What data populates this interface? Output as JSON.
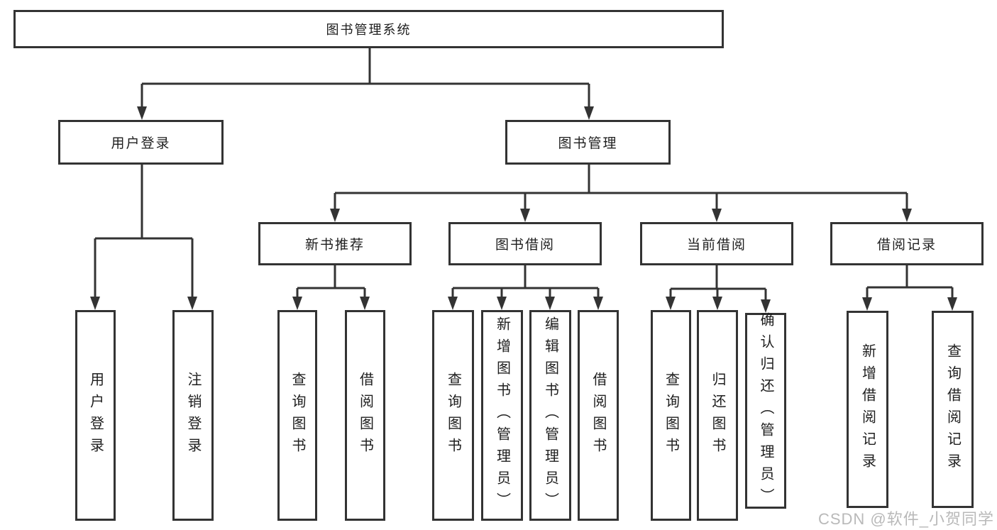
{
  "diagram": {
    "title_node": {
      "label": "图书管理系统"
    },
    "level2": [
      {
        "id": "user-login",
        "label": "用户登录"
      },
      {
        "id": "book-management",
        "label": "图书管理"
      }
    ],
    "level3": [
      {
        "id": "new-book-recommend",
        "label": "新书推荐"
      },
      {
        "id": "book-borrow",
        "label": "图书借阅"
      },
      {
        "id": "current-borrow",
        "label": "当前借阅"
      },
      {
        "id": "borrow-records",
        "label": "借阅记录"
      }
    ],
    "leaves": {
      "user_login": [
        {
          "label": "用户登录"
        },
        {
          "label": "注销登录"
        }
      ],
      "new_book": [
        {
          "label": "查询图书"
        },
        {
          "label": "借阅图书"
        }
      ],
      "book_borrow": [
        {
          "label": "查询图书"
        },
        {
          "label": "新增图书（管理员）"
        },
        {
          "label": "编辑图书（管理员）"
        },
        {
          "label": "借阅图书"
        }
      ],
      "current_borrow": [
        {
          "label": "查询图书"
        },
        {
          "label": "归还图书"
        },
        {
          "label": "确认归还（管理员）"
        }
      ],
      "borrow_records": [
        {
          "label": "新增借阅记录"
        },
        {
          "label": "查询借阅记录"
        }
      ]
    },
    "colors": {
      "line": "#333333",
      "text": "#1e1e1e",
      "watermark": "#b9b9b9",
      "background": "#ffffff"
    }
  },
  "watermark": {
    "text": "CSDN @软件_小贺同学"
  }
}
